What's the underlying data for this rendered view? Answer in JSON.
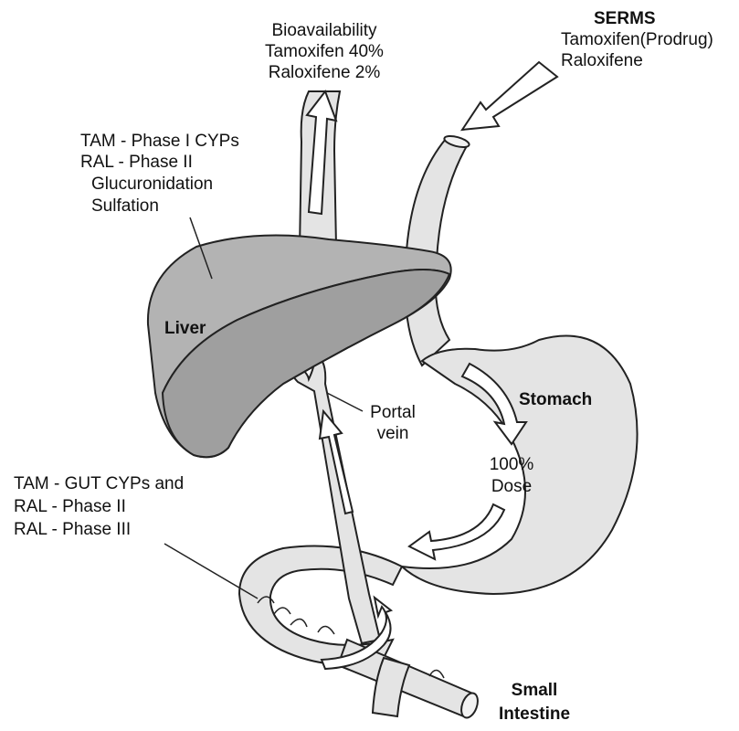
{
  "bioavailability": {
    "title": "Bioavailability",
    "tamoxifen": "Tamoxifen 40%",
    "raloxifene": "Raloxifene 2%"
  },
  "serms": {
    "title": "SERMS",
    "tamoxifen": "Tamoxifen(Prodrug)",
    "raloxifene": "Raloxifene"
  },
  "liver_metabolism": {
    "line1": "TAM - Phase I CYPs",
    "line2": "RAL - Phase II",
    "line3": "Glucuronidation",
    "line4": "Sulfation"
  },
  "organs": {
    "liver": "Liver",
    "stomach": "Stomach",
    "portal_vein_line1": "Portal",
    "portal_vein_line2": "vein",
    "small_intestine_line1": "Small",
    "small_intestine_line2": "Intestine"
  },
  "dose": {
    "line1": "100%",
    "line2": "Dose"
  },
  "gut_metabolism": {
    "line1": "TAM - GUT CYPs and",
    "line2": "RAL - Phase II",
    "line3": "RAL - Phase III"
  },
  "colors": {
    "liver_fill": "#b3b3b3",
    "organ_fill": "#e4e4e4",
    "outline": "#222222"
  }
}
